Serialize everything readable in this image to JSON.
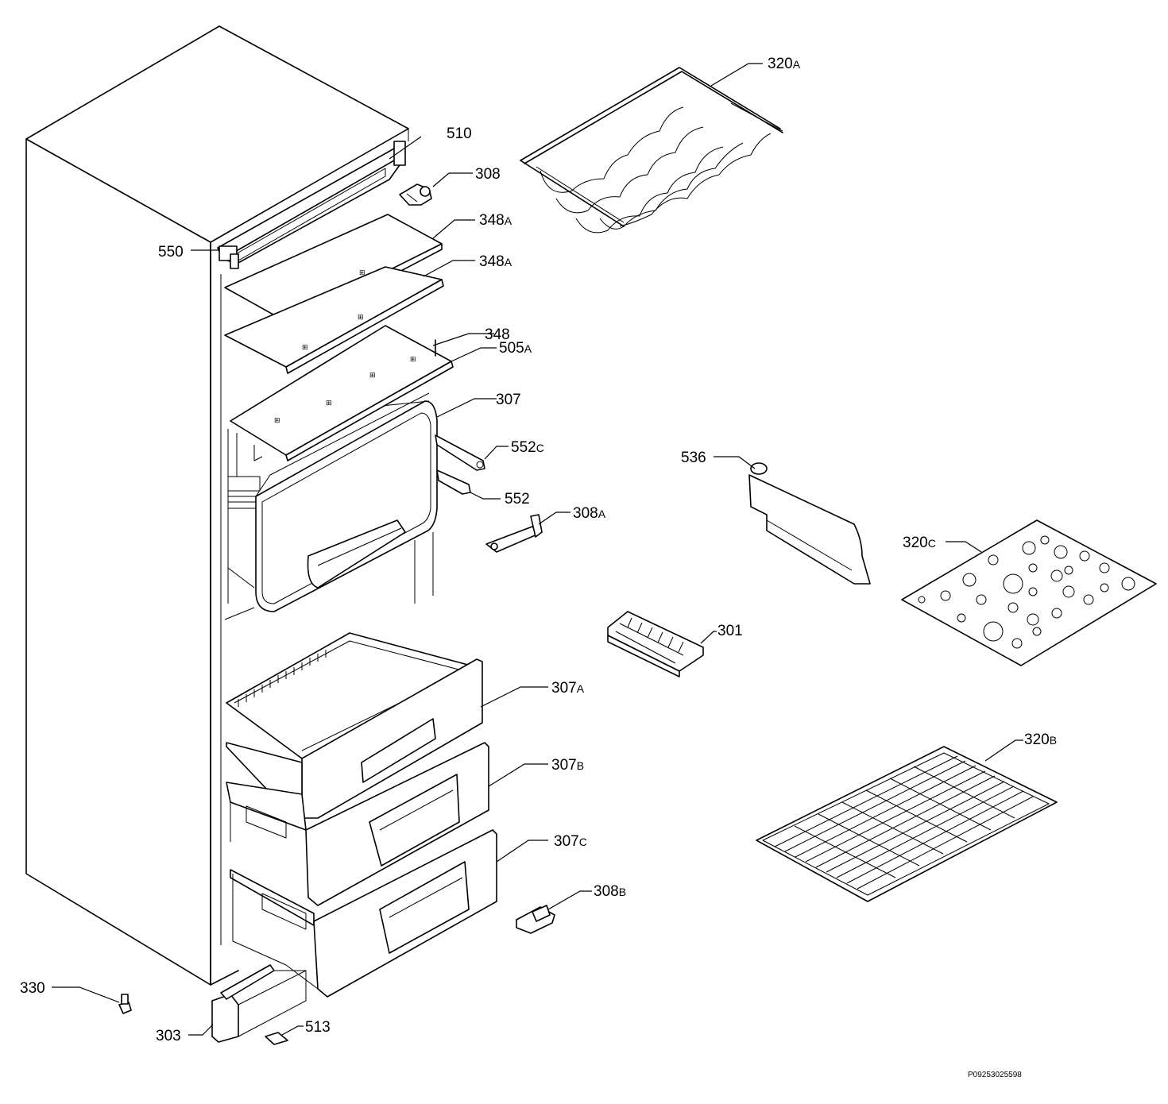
{
  "labels": {
    "l320a": {
      "num": "320",
      "suffix": "A"
    },
    "l510": {
      "num": "510",
      "suffix": ""
    },
    "l308": {
      "num": "308",
      "suffix": ""
    },
    "l348a1": {
      "num": "348",
      "suffix": "A"
    },
    "l550": {
      "num": "550",
      "suffix": ""
    },
    "l348a2": {
      "num": "348",
      "suffix": "A"
    },
    "l348": {
      "num": "348",
      "suffix": ""
    },
    "l505a": {
      "num": "505",
      "suffix": "A"
    },
    "l307": {
      "num": "307",
      "suffix": ""
    },
    "l552c": {
      "num": "552",
      "suffix": "C"
    },
    "l552": {
      "num": "552",
      "suffix": ""
    },
    "l536": {
      "num": "536",
      "suffix": ""
    },
    "l308a": {
      "num": "308",
      "suffix": "A"
    },
    "l320c": {
      "num": "320",
      "suffix": "C"
    },
    "l301": {
      "num": "301",
      "suffix": ""
    },
    "l307a": {
      "num": "307",
      "suffix": "A"
    },
    "l320b": {
      "num": "320",
      "suffix": "B"
    },
    "l307b": {
      "num": "307",
      "suffix": "B"
    },
    "l307c": {
      "num": "307",
      "suffix": "C"
    },
    "l308b": {
      "num": "308",
      "suffix": "B"
    },
    "l330": {
      "num": "330",
      "suffix": ""
    },
    "l513": {
      "num": "513",
      "suffix": ""
    },
    "l303": {
      "num": "303",
      "suffix": ""
    }
  },
  "reference_code": "P09253025598"
}
